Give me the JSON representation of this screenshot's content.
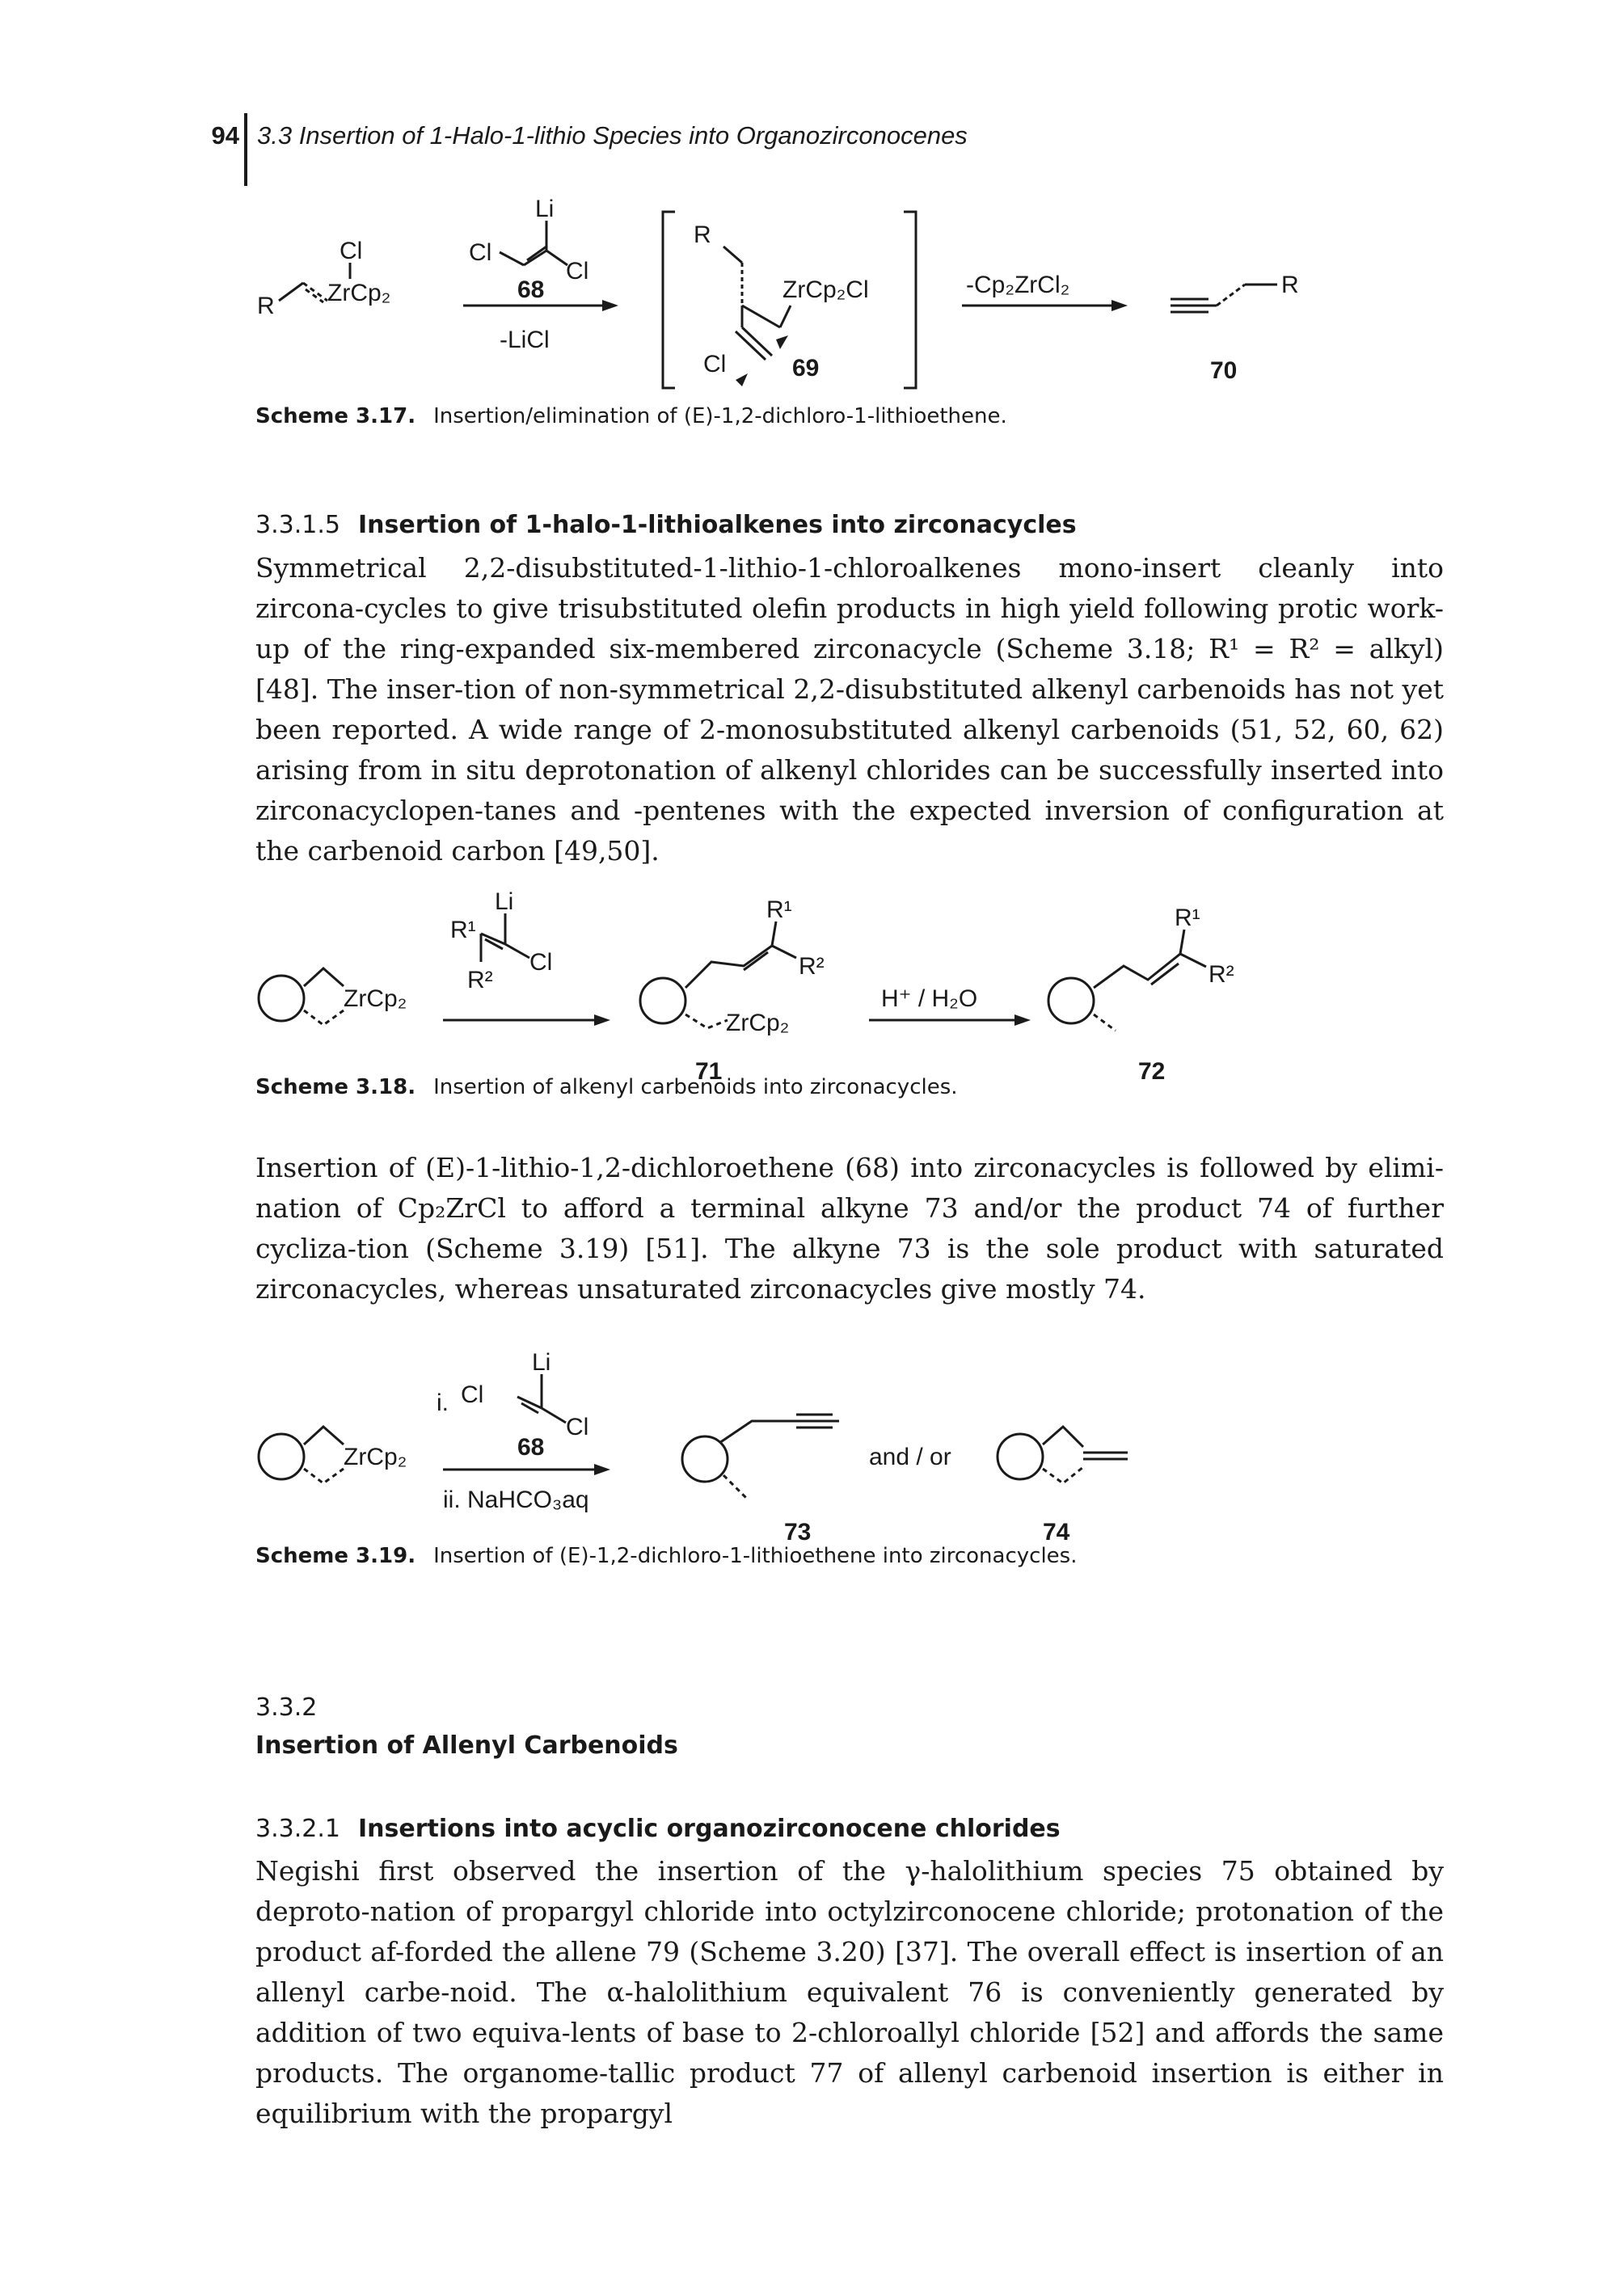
{
  "header": {
    "page_number": "94",
    "running_title": "3.3 Insertion of 1-Halo-1-lithio Species into Organozirconocenes"
  },
  "scheme_3_17": {
    "substrate": {
      "cl": "Cl",
      "zr": "ZrCp₂",
      "r": "R"
    },
    "reagent": {
      "li": "Li",
      "cl1": "Cl",
      "cl2": "Cl",
      "num": "68",
      "byproduct": "-LiCl"
    },
    "intermediate": {
      "r": "R",
      "zr": "ZrCp₂Cl",
      "cl": "Cl",
      "num": "69"
    },
    "step2": {
      "label": "-Cp₂ZrCl₂"
    },
    "product": {
      "r": "R",
      "num": "70"
    },
    "caption_label": "Scheme 3.17.",
    "caption_text": "Insertion/elimination of (E)-1,2-dichloro-1-lithioethene."
  },
  "section_3_3_1_5": {
    "number": "3.3.1.5",
    "title": "Insertion of 1-halo-1-lithioalkenes into zirconacycles"
  },
  "para1": "Symmetrical 2,2-disubstituted-1-lithio-1-chloroalkenes mono-insert cleanly into zircona-cycles to give trisubstituted olefin products in high yield following protic work-up of the ring-expanded six-membered zirconacycle (Scheme 3.18; R¹ = R² = alkyl) [48]. The inser-tion of non-symmetrical 2,2-disubstituted alkenyl carbenoids has not yet been reported. A wide range of 2-monosubstituted alkenyl carbenoids (51, 52, 60, 62) arising from in situ deprotonation of alkenyl chlorides can be successfully inserted into zirconacyclopen-tanes and -pentenes with the expected inversion of configuration at the carbenoid carbon [49,50].",
  "scheme_3_18": {
    "substrate": {
      "zr": "ZrCp₂"
    },
    "reagent": {
      "li": "Li",
      "r1": "R¹",
      "cl": "Cl",
      "r2": "R²"
    },
    "intermediate": {
      "r1": "R¹",
      "r2": "R²",
      "zr": "ZrCp₂",
      "num": "71"
    },
    "step2": {
      "label": "H⁺ / H₂O"
    },
    "product": {
      "r1": "R¹",
      "r2": "R²",
      "num": "72"
    },
    "caption_label": "Scheme 3.18.",
    "caption_text": "Insertion of alkenyl carbenoids into zirconacycles."
  },
  "para2": "Insertion of (E)-1-lithio-1,2-dichloroethene (68) into zirconacycles is followed by elimi-nation of Cp₂ZrCl to afford a terminal alkyne 73 and/or the product 74 of further cycliza-tion (Scheme 3.19) [51]. The alkyne 73 is the sole product with saturated zirconacycles, whereas unsaturated zirconacycles give mostly 74.",
  "scheme_3_19": {
    "substrate": {
      "zr": "ZrCp₂"
    },
    "reagent": {
      "step_i": "i.",
      "li": "Li",
      "cl1": "Cl",
      "cl2": "Cl",
      "num": "68",
      "step_ii": "ii. NaHCO₃aq"
    },
    "product1": {
      "num": "73"
    },
    "connector": "and / or",
    "product2": {
      "num": "74"
    },
    "caption_label": "Scheme 3.19.",
    "caption_text": "Insertion of (E)-1,2-dichloro-1-lithioethene into zirconacycles."
  },
  "section_3_3_2": {
    "number": "3.3.2",
    "title": "Insertion of Allenyl Carbenoids"
  },
  "section_3_3_2_1": {
    "number": "3.3.2.1",
    "title": "Insertions into acyclic organozirconocene chlorides"
  },
  "para3": "Negishi first observed the insertion of the γ-halolithium species 75 obtained by deproto-nation of propargyl chloride into octylzirconocene chloride; protonation of the product af-forded the allene 79 (Scheme 3.20) [37]. The overall effect is insertion of an allenyl carbe-noid. The α-halolithium equivalent 76 is conveniently generated by addition of two equiva-lents of base to 2-chloroallyl chloride [52] and affords the same products. The organome-tallic product 77 of allenyl carbenoid insertion is either in equilibrium with the propargyl"
}
